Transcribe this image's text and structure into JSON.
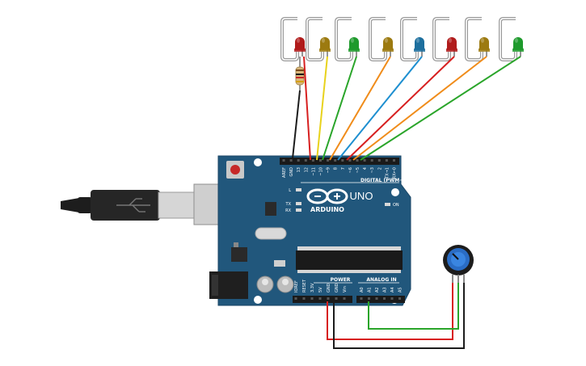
{
  "board": {
    "logo_text": "ARDUINO",
    "model": "UNO",
    "digital_header": "DIGITAL (PWM~)",
    "power_header": "POWER",
    "analog_header": "ANALOG IN",
    "on_label": "ON",
    "l_label": "L",
    "tx_label": "TX",
    "rx_label": "RX",
    "digital_pins": [
      "AREF",
      "GND",
      "13",
      "12",
      "~11",
      "~10",
      "~9",
      "8",
      "7",
      "~6",
      "~5",
      "4",
      "~3",
      "2",
      "TX→1",
      "RX←0"
    ],
    "power_pins": [
      "IOREF",
      "RESET",
      "3.3V",
      "5V",
      "GND",
      "GND",
      "Vin"
    ],
    "analog_pins": [
      "A0",
      "A1",
      "A2",
      "A3",
      "A4",
      "A5"
    ]
  },
  "leds": [
    {
      "color": "#b01b1b",
      "name": "red"
    },
    {
      "color": "#9c7a10",
      "name": "yellow"
    },
    {
      "color": "#1e9a2c",
      "name": "green"
    },
    {
      "color": "#9c7a10",
      "name": "yellow"
    },
    {
      "color": "#1d6f9e",
      "name": "blue"
    },
    {
      "color": "#b01b1b",
      "name": "red"
    },
    {
      "color": "#9c7a10",
      "name": "yellow"
    },
    {
      "color": "#1e9a2c",
      "name": "green"
    }
  ],
  "wire_colors": [
    "#d71f1f",
    "#e8d21c",
    "#2aa52a",
    "#f08c1a",
    "#1e8fd0",
    "#d71f1f",
    "#f08c1a",
    "#2aa52a"
  ],
  "colors": {
    "board_blue": "#21577c",
    "header_black": "#1a1a1a",
    "wire_black": "#1c1c1c",
    "wire_red": "#d71f1f",
    "wire_green": "#2aa52a",
    "pot_blue": "#2a6cc4"
  }
}
